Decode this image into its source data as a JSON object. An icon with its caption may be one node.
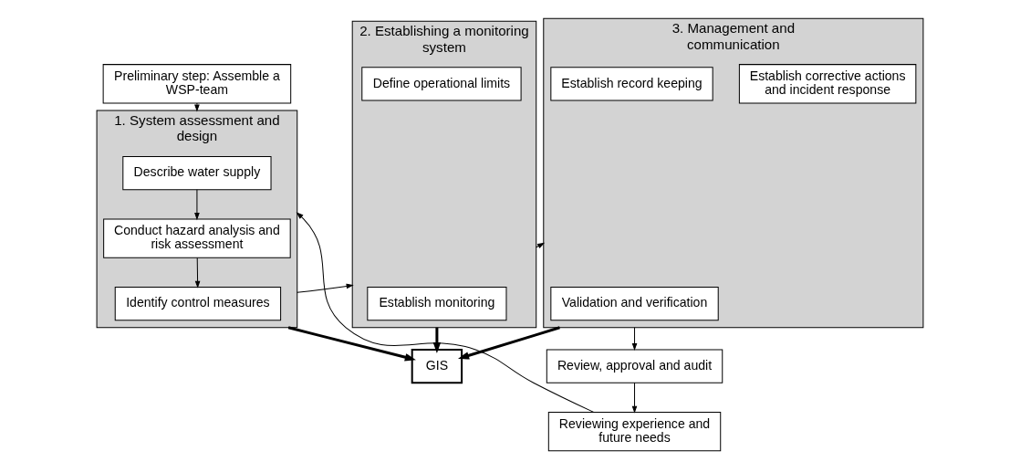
{
  "diagram": {
    "nodes": [
      {
        "text": [
          "Preliminary step: Assemble a WSP-team"
        ]
      },
      {
        "text": [
          "1. System assessment and design"
        ]
      },
      {
        "text": [
          "Describe water supply"
        ],
        "in": 1
      },
      {
        "text": [
          "Conduct hazard analysis and risk assessment"
        ],
        "in": 1
      },
      {
        "text": [
          "Identify control measures"
        ],
        "in": 1
      },
      {
        "text": [
          "2. Establishing a monitoring system"
        ]
      },
      {
        "text": [
          "Define operational limits"
        ],
        "in": 5
      },
      {
        "text": [
          "Establish monitoring"
        ],
        "in": 5
      },
      {
        "text": [
          "3. Management and communication"
        ]
      },
      {
        "text": [
          "Establish corrective actions and incident response"
        ],
        "in": 8
      },
      {
        "text": [
          "Establish record keeping"
        ],
        "in": 8
      },
      {
        "text": [
          "Validation and verification"
        ],
        "in": 8
      },
      {
        "text": [
          "GIS"
        ]
      },
      {
        "text": [
          "Review, approval and audit"
        ]
      },
      {
        "text": [
          "Reviewing experience and future needs"
        ]
      }
    ],
    "edges": [
      {
        "from": 0,
        "to": 1,
        "arrow": "to"
      },
      {
        "from": 2,
        "to": 3,
        "arrow": "to"
      },
      {
        "from": 3,
        "to": 4,
        "arrow": "to"
      },
      {
        "from": 1,
        "to": 5,
        "arrow": "to"
      },
      {
        "from": 5,
        "to": 8,
        "arrow": "to"
      },
      {
        "from": 5,
        "to": 12,
        "arrow": "to",
        "style": "thick"
      },
      {
        "from": 1,
        "to": 12,
        "arrow": "to",
        "style": "thick"
      },
      {
        "from": 8,
        "to": 12,
        "arrow": "to",
        "style": "thick"
      },
      {
        "from": 8,
        "to": 13,
        "arrow": "to"
      },
      {
        "from": 13,
        "to": 14,
        "arrow": "to"
      },
      {
        "from": 14,
        "to": 1,
        "arrow": "to"
      }
    ]
  }
}
